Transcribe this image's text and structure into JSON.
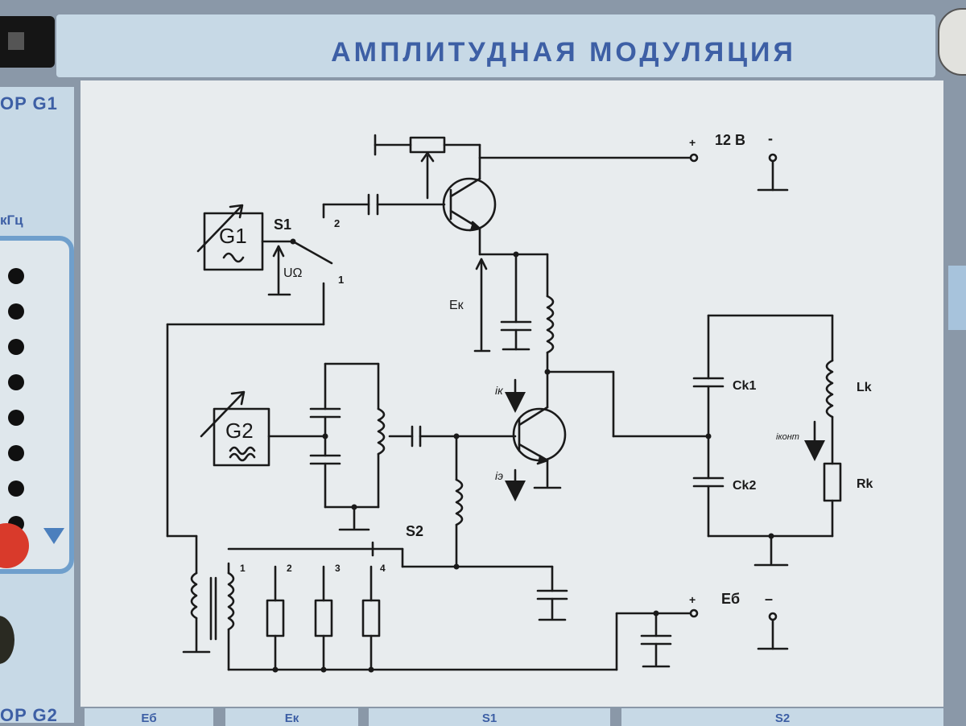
{
  "title": "АМПЛИТУДНАЯ МОДУЛЯЦИЯ",
  "side_panel": {
    "gen1_label": "OP G1",
    "unit": "кГц",
    "freq_positions": [
      "1",
      "2",
      "3",
      "4",
      "5",
      "6",
      "7",
      "8"
    ],
    "gen2_label": "OP G2"
  },
  "bottom_tabs": [
    "Eб",
    "Eк",
    "S1",
    "S2"
  ],
  "schematic": {
    "gen1": "G1",
    "gen2": "G2",
    "switch1": "S1",
    "switch1_pos1": "1",
    "switch1_pos2": "2",
    "modulating_voltage": "UΩ",
    "collector_voltage": "Eк",
    "collector_current": "iк",
    "emitter_current": "iэ",
    "supply_positive": "+",
    "supply_negative": "-",
    "supply_label": "12 В",
    "bias_positive": "+",
    "bias_negative": "–",
    "bias_label": "Eб",
    "ck1": "Ck1",
    "ck2": "Ck2",
    "lk": "Lk",
    "rk": "Rk",
    "icont": "iконт",
    "switch2": "S2",
    "s2_taps": [
      "1",
      "2",
      "3",
      "4"
    ]
  },
  "colors": {
    "title": "#3d5fa5",
    "panel": "#c7d9e6",
    "board": "#e8ecee",
    "ink": "#1a1a1a"
  }
}
